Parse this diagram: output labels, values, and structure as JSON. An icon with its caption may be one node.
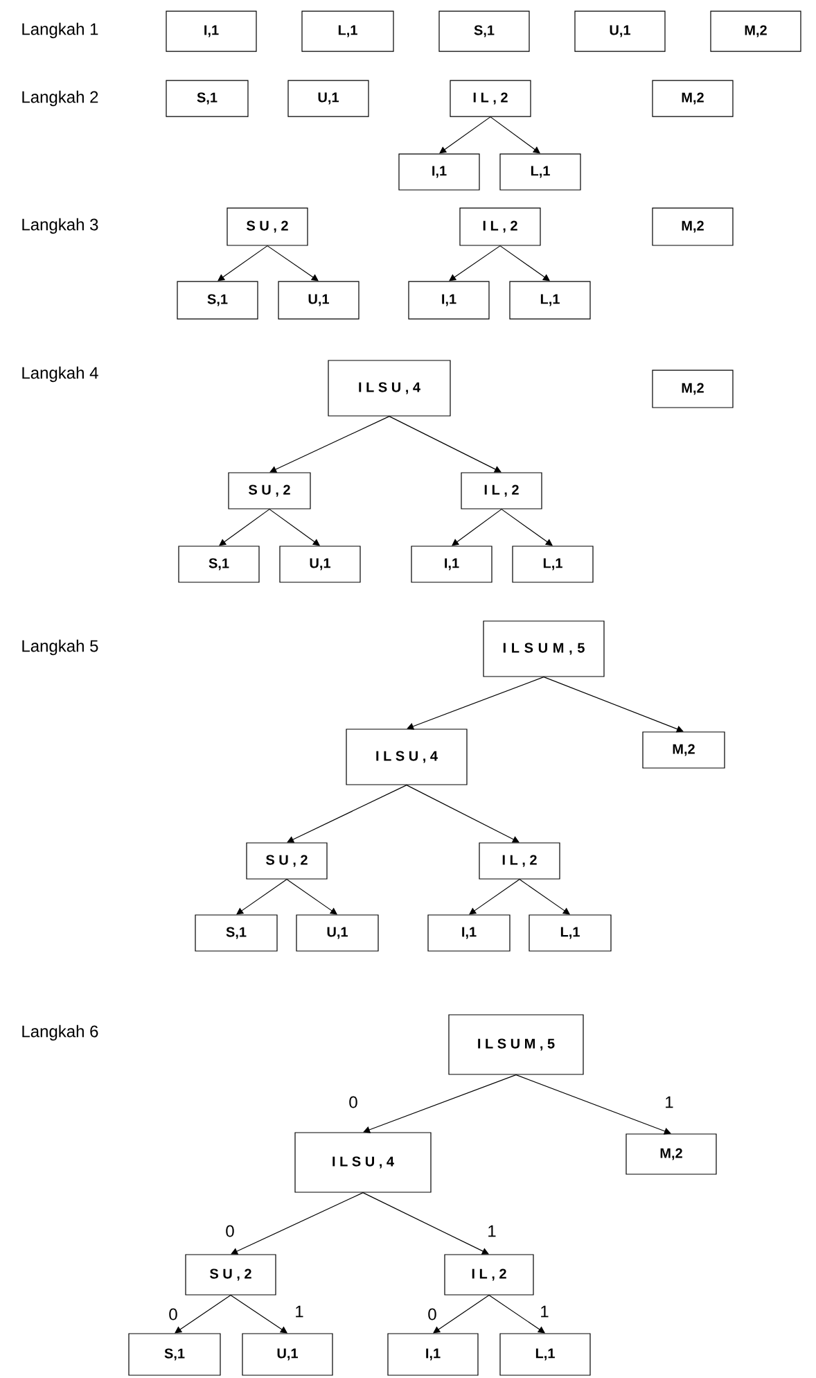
{
  "diagram": {
    "nodes": [
      {
        "text": [
          "I,1"
        ]
      },
      {
        "text": [
          "L,1"
        ]
      },
      {
        "text": [
          "S,1"
        ]
      },
      {
        "text": [
          "U,1"
        ]
      },
      {
        "text": [
          "M,2"
        ]
      },
      {
        "text": [
          "S,1"
        ]
      },
      {
        "text": [
          "U,1"
        ]
      },
      {
        "text": [
          "I L , 2"
        ]
      },
      {
        "text": [
          "M,2"
        ]
      },
      {
        "text": [
          "I,1"
        ]
      },
      {
        "text": [
          "L,1"
        ]
      },
      {
        "text": [
          "S U , 2"
        ]
      },
      {
        "text": [
          "I L , 2"
        ]
      },
      {
        "text": [
          "M,2"
        ]
      },
      {
        "text": [
          "S,1"
        ]
      },
      {
        "text": [
          "U,1"
        ]
      },
      {
        "text": [
          "I,1"
        ]
      },
      {
        "text": [
          "L,1"
        ]
      },
      {
        "text": [
          "I L S U , 4"
        ]
      },
      {
        "text": [
          "M,2"
        ]
      },
      {
        "text": [
          "S U , 2"
        ]
      },
      {
        "text": [
          "I L , 2"
        ]
      },
      {
        "text": [
          "S,1"
        ]
      },
      {
        "text": [
          "U,1"
        ]
      },
      {
        "text": [
          "I,1"
        ]
      },
      {
        "text": [
          "L,1"
        ]
      },
      {
        "text": [
          "I L S U M , 5"
        ]
      },
      {
        "text": [
          "I L S U , 4"
        ]
      },
      {
        "text": [
          "M,2"
        ]
      },
      {
        "text": [
          "S U , 2"
        ]
      },
      {
        "text": [
          "I L , 2"
        ]
      },
      {
        "text": [
          "S,1"
        ]
      },
      {
        "text": [
          "U,1"
        ]
      },
      {
        "text": [
          "I,1"
        ]
      },
      {
        "text": [
          "L,1"
        ]
      },
      {
        "text": [
          "I L S U M , 5"
        ]
      },
      {
        "text": [
          "I L S U , 4"
        ]
      },
      {
        "text": [
          "M,2"
        ]
      },
      {
        "text": [
          "S U , 2"
        ]
      },
      {
        "text": [
          "I L , 2"
        ]
      },
      {
        "text": [
          "S,1"
        ]
      },
      {
        "text": [
          "U,1"
        ]
      },
      {
        "text": [
          "I,1"
        ]
      },
      {
        "text": [
          "L,1"
        ]
      }
    ],
    "edges": [
      {
        "from": 7,
        "to": 9,
        "arrow": "to"
      },
      {
        "from": 7,
        "to": 10,
        "arrow": "to"
      },
      {
        "from": 11,
        "to": 14,
        "arrow": "to"
      },
      {
        "from": 11,
        "to": 15,
        "arrow": "to"
      },
      {
        "from": 12,
        "to": 16,
        "arrow": "to"
      },
      {
        "from": 12,
        "to": 17,
        "arrow": "to"
      },
      {
        "from": 18,
        "to": 20,
        "arrow": "to"
      },
      {
        "from": 18,
        "to": 21,
        "arrow": "to"
      },
      {
        "from": 20,
        "to": 22,
        "arrow": "to"
      },
      {
        "from": 20,
        "to": 23,
        "arrow": "to"
      },
      {
        "from": 21,
        "to": 24,
        "arrow": "to"
      },
      {
        "from": 21,
        "to": 25,
        "arrow": "to"
      },
      {
        "from": 26,
        "to": 27,
        "arrow": "to"
      },
      {
        "from": 26,
        "to": 28,
        "arrow": "to"
      },
      {
        "from": 27,
        "to": 29,
        "arrow": "to"
      },
      {
        "from": 27,
        "to": 30,
        "arrow": "to"
      },
      {
        "from": 29,
        "to": 31,
        "arrow": "to"
      },
      {
        "from": 29,
        "to": 32,
        "arrow": "to"
      },
      {
        "from": 30,
        "to": 33,
        "arrow": "to"
      },
      {
        "from": 30,
        "to": 34,
        "arrow": "to"
      },
      {
        "from": 35,
        "to": 36,
        "arrow": "to",
        "label": "0"
      },
      {
        "from": 35,
        "to": 37,
        "arrow": "to",
        "label": "1"
      },
      {
        "from": 36,
        "to": 38,
        "arrow": "to",
        "label": "0"
      },
      {
        "from": 36,
        "to": 39,
        "arrow": "to",
        "label": "1"
      },
      {
        "from": 38,
        "to": 40,
        "arrow": "to",
        "label": "0"
      },
      {
        "from": 38,
        "to": 41,
        "arrow": "to",
        "label": "1"
      },
      {
        "from": 39,
        "to": 42,
        "arrow": "to",
        "label": "0"
      },
      {
        "from": 39,
        "to": 43,
        "arrow": "to",
        "label": "1"
      }
    ],
    "labels": [
      "Langkah 1",
      "Langkah 2",
      "Langkah 3",
      "Langkah 4",
      "Langkah 5",
      "Langkah 6"
    ]
  }
}
